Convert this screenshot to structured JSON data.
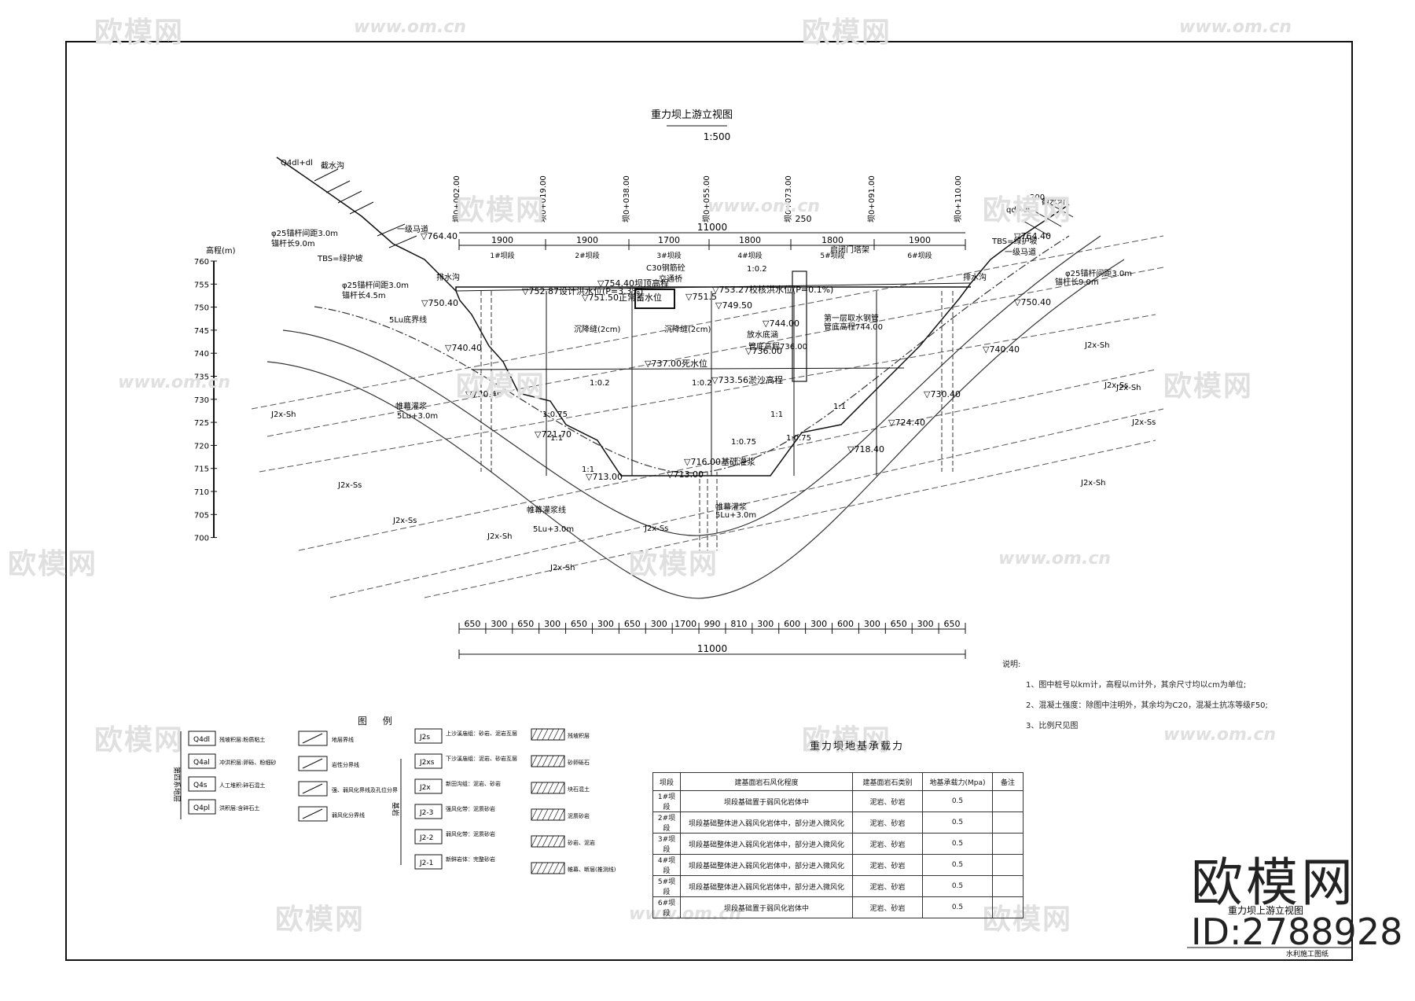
{
  "drawing": {
    "title": "重力坝上游立视图",
    "scale": "1:500",
    "total_length": "11000",
    "segment_lengths": [
      "1900",
      "1900",
      "1700",
      "1800",
      "1800",
      "1900"
    ],
    "gap_label": "250",
    "top_stations": [
      "坝0+002.00",
      "坝0+019.00",
      "坝0+038.00",
      "坝0+055.00",
      "坝0+073.00",
      "坝0+091.00",
      "坝0+110.00"
    ],
    "dam_blocks": [
      "1#坝段",
      "2#坝段",
      "3#坝段",
      "4#坝段",
      "5#坝段",
      "6#坝段"
    ],
    "bottom_dims": [
      "650",
      "300",
      "650",
      "300",
      "650",
      "300",
      "650",
      "300",
      "1700",
      "990",
      "810",
      "300",
      "600",
      "300",
      "600",
      "300",
      "650",
      "300",
      "650"
    ],
    "elevation_axis": {
      "label": "高程(m)",
      "ticks": [
        "760",
        "755",
        "750",
        "745",
        "740",
        "735",
        "730",
        "725",
        "720",
        "715",
        "710",
        "705",
        "700"
      ]
    },
    "elevations": [
      "764.40",
      "754.40坝顶高程",
      "753.27校核洪水位(P=0.1%)",
      "752.87设计洪水位(P=3.3%)",
      "751.50正常蓄水位",
      "751.5",
      "749.50",
      "750.40",
      "740.40",
      "737.00死水位",
      "733.56淤沙高程",
      "730.40",
      "724.40",
      "721.70",
      "718.40",
      "716.00基础灌浆",
      "713.00",
      "713.00",
      "736.00",
      "744.00",
      "764.40",
      "750.40",
      "740.40",
      "730.40"
    ],
    "labels": [
      "Q4dl+dl",
      "截水沟",
      "φ25锚杆间距3.0m",
      "锚杆长9.0m",
      "TBS=绿护坡",
      "φ25锚杆间距3.0m",
      "锚杆长4.5m",
      "一级马道",
      "排水沟",
      "5Lu底界线",
      "帷幕灌浆",
      "5Lu+3.0m",
      "C30钢筋砼",
      "交通桥",
      "启闭门塔架",
      "第一层取水钢管",
      "管底高程744.00",
      "放水底涵",
      "管底高程736.00",
      "沉降缝(2cm)",
      "沉降缝(2cm)",
      "J2x-Sh",
      "J2x-Ss",
      "J2x-Ss",
      "J2x-Sh",
      "J2x-Sh",
      "J2x-Ss",
      "J2x-Sh",
      "J2x-Sh",
      "J2x-Ss",
      "J2x-Ss",
      "J2x-Sh",
      "帷幕灌浆线",
      "5Lu+3.0m",
      "帷幕灌浆",
      "5Lu+3.0m",
      "1:0.2",
      "1:0.2",
      "1:0.75",
      "1:1",
      "1:0.75",
      "1:1",
      "1:0.2",
      "1:0.75",
      "1:1",
      "1:1",
      "200",
      "TBS=绿护坡",
      "φ25锚杆间距3.0m",
      "锚杆长9.0m",
      "一级马道",
      "截水沟",
      "排水沟",
      "qd+dl"
    ]
  },
  "notes": {
    "heading": "说明:",
    "items": [
      "1、图中桩号以km计，高程以m计外，其余尺寸均以cm为单位;",
      "2、混凝土强度：除图中注明外，其余均为C20，混凝土抗冻等级F50;",
      "3、比例尺见图"
    ]
  },
  "legend": {
    "title": "图 例",
    "group_a_label": "第四系地层",
    "strata": [
      {
        "code": "Q4dl",
        "desc": "残坡积层:粉质粘土"
      },
      {
        "code": "Q4al",
        "desc": "冲洪积层:卵砾、粉细砂"
      },
      {
        "code": "Q4s",
        "desc": "人工堆积:碎石混土"
      },
      {
        "code": "Q4pl",
        "desc": "洪积层:含碎石土"
      }
    ],
    "lines": [
      {
        "desc": "地层界线"
      },
      {
        "desc": "岩性分界线"
      },
      {
        "desc": "强、弱风化界线及孔位分界"
      },
      {
        "desc": "弱风化分界线"
      }
    ],
    "group_b_label": "基岩",
    "rocks": [
      {
        "code": "J2s",
        "desc": "上沙溪庙组：砂岩、泥岩互层"
      },
      {
        "code": "J2xs",
        "desc": "下沙溪庙组：泥岩、砂岩互层"
      },
      {
        "code": "J2x",
        "desc": "新田沟组：泥岩、砂岩"
      },
      {
        "code": "J2-3",
        "desc": "强风化带：泥质砂岩"
      },
      {
        "code": "J2-2",
        "desc": "弱风化带：泥质砂岩"
      },
      {
        "code": "J2-1",
        "desc": "新鲜岩体：完整砂岩"
      }
    ],
    "hatches": [
      {
        "desc": "残坡积层"
      },
      {
        "desc": "砂卵砾石"
      },
      {
        "desc": "块石混土"
      },
      {
        "desc": "泥质砂岩"
      },
      {
        "desc": "砂岩、泥岩"
      },
      {
        "desc": "帷幕、断层(推测线)"
      }
    ]
  },
  "bearing_table": {
    "title": "重力坝地基承载力",
    "headers": [
      "坝段",
      "建基面岩石风化程度",
      "建基面岩石类别",
      "地基承载力(Mpa)",
      "备注"
    ],
    "rows": [
      [
        "1#坝段",
        "坝段基础置于弱风化岩体中",
        "泥岩、砂岩",
        "0.5",
        ""
      ],
      [
        "2#坝段",
        "坝段基础整体进入弱风化岩体中，部分进入微风化",
        "泥岩、砂岩",
        "0.5",
        ""
      ],
      [
        "3#坝段",
        "坝段基础整体进入弱风化岩体中，部分进入微风化",
        "泥岩、砂岩",
        "0.5",
        ""
      ],
      [
        "4#坝段",
        "坝段基础整体进入弱风化岩体中，部分进入微风化",
        "泥岩、砂岩",
        "0.5",
        ""
      ],
      [
        "5#坝段",
        "坝段基础整体进入弱风化岩体中，部分进入微风化",
        "泥岩、砂岩",
        "0.5",
        ""
      ],
      [
        "6#坝段",
        "坝段基础置于弱风化岩体中",
        "泥岩、砂岩",
        "0.5",
        ""
      ]
    ]
  },
  "title_block": {
    "name": "重力坝上游立视图",
    "drawn": "水利施工图纸"
  },
  "watermark": {
    "logo": "欧模网",
    "url": "www.om.cn"
  },
  "brand": {
    "name": "欧模网",
    "id": "ID:2788928"
  }
}
